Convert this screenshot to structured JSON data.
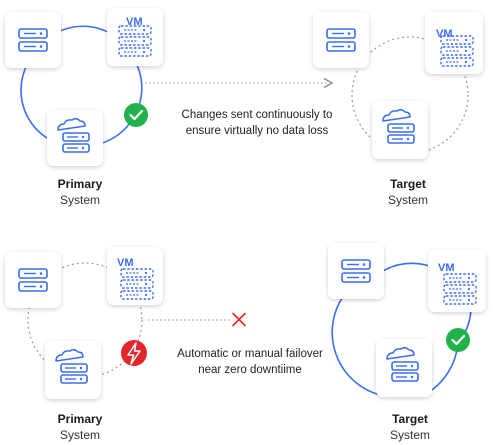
{
  "top": {
    "caption_line1": "Changes sent continuously to",
    "caption_line2": "ensure virtually no data loss",
    "primary": {
      "title": "Primary",
      "subtitle": "System",
      "vm_label": "VM"
    },
    "target": {
      "title": "Target",
      "subtitle": "System",
      "vm_label": "VM"
    }
  },
  "bottom": {
    "caption_line1": "Automatic or manual failover",
    "caption_line2": "near zero downtiime",
    "primary": {
      "title": "Primary",
      "subtitle": "System",
      "vm_label": "VM"
    },
    "target": {
      "title": "Target",
      "subtitle": "System",
      "vm_label": "VM"
    }
  },
  "colors": {
    "accent_blue": "#3b6cf6",
    "ok_green": "#22b14c",
    "alert_red": "#e3262b",
    "ring_gray": "#9a9a9a"
  },
  "icons": {
    "server": "server-stack-icon",
    "cloud_server": "cloud-server-icon",
    "vm": "virtual-machine-icon",
    "check": "check-circle-icon",
    "lightning": "lightning-bolt-icon",
    "fail": "x-mark-icon"
  }
}
